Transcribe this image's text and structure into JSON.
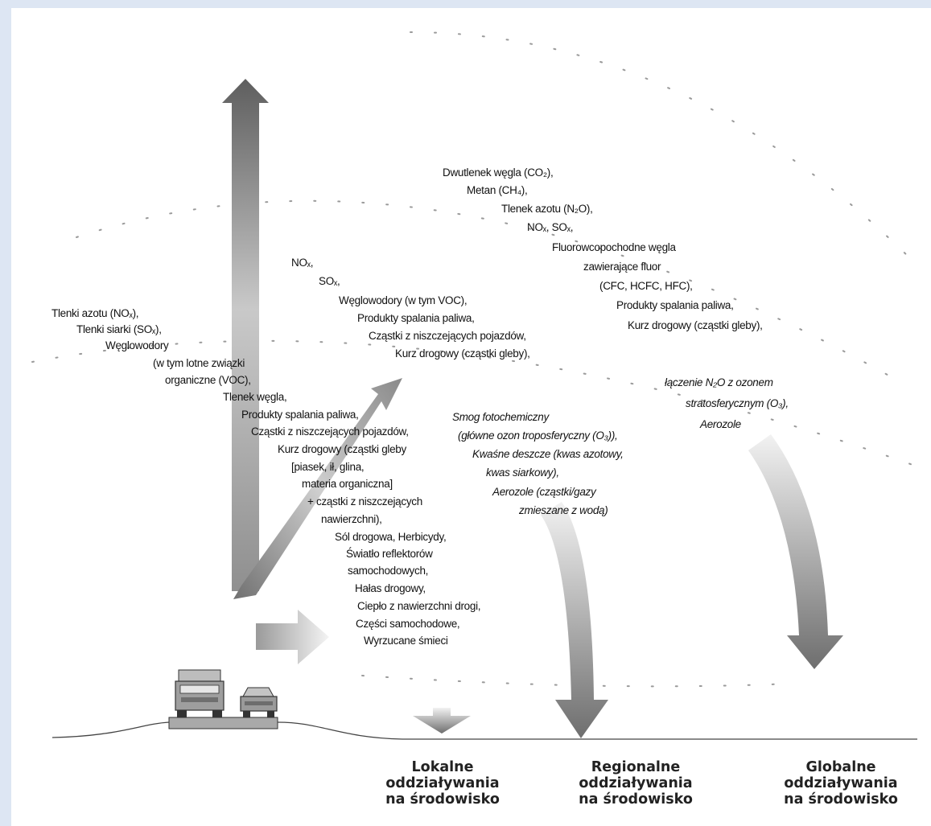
{
  "pollutants": {
    "left": [
      "Tlenki azotu (NOₓ),",
      "Tlenki siarki (SOₓ),",
      "Węglowodory",
      "(w tym lotne związki",
      "organiczne (VOC),",
      "Tlenek węgla,",
      "Produkty spalania paliwa,",
      "Cząstki z niszczejących pojazdów,",
      "Kurz drogowy (cząstki gleby",
      "[piasek, ił, glina,",
      "materia organiczna]",
      "+ cząstki z niszczejących",
      "nawierzchni),",
      "Sól drogowa, Herbicydy,",
      "Światło reflektorów",
      "samochodowych,",
      "Hałas drogowy,",
      "Ciepło z nawierzchni drogi,",
      "Części samochodowe,",
      "Wyrzucane śmieci"
    ],
    "middle": [
      "NOₓ,",
      "SOₓ,",
      "Węglowodory (w tym VOC),",
      "Produkty spalania paliwa,",
      "Cząstki z niszczejących pojazdów,",
      "Kurz drogowy (cząstki gleby),"
    ],
    "top": [
      "Dwutlenek węgla (CO₂),",
      "Metan (CH₄),",
      "Tlenek azotu (N₂O),",
      "NOₓ, SOₓ,",
      "Fluorowcopochodne węgla",
      "zawierające fluor",
      "(CFC, HCFC, HFC),",
      "Produkty spalania paliwa,",
      "Kurz drogowy (cząstki gleby),"
    ]
  },
  "effects": {
    "regional": [
      "Smog fotochemiczny",
      "(główne ozon troposferyczny (O₃)),",
      "Kwaśne deszcze (kwas azotowy,",
      "kwas siarkowy),",
      "Aerozole (cząstki/gazy",
      "zmieszane z wodą)"
    ],
    "global": [
      "łączenie N₂O z ozonem",
      "stratosferycznym (O₃),",
      "Aerozole"
    ]
  },
  "impacts": {
    "local": [
      "Lokalne",
      "oddziaływania",
      "na środowisko"
    ],
    "regional": [
      "Regionalne",
      "oddziaływania",
      "na środowisko"
    ],
    "global": [
      "Globalne",
      "oddziaływania",
      "na środowisko"
    ]
  }
}
